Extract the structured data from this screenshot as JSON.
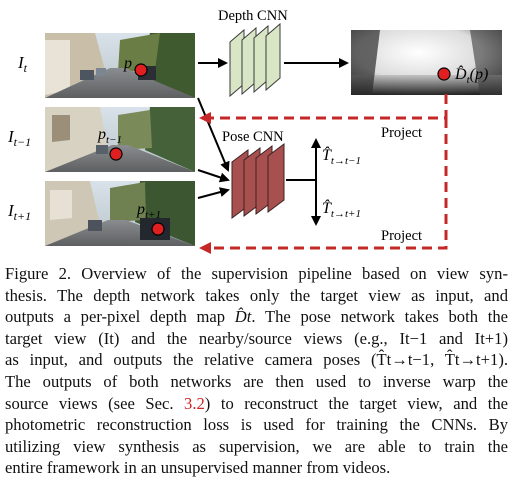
{
  "figure": {
    "frame_labels": [
      {
        "base": "I",
        "sub": "t"
      },
      {
        "base": "I",
        "sub": "t−1"
      },
      {
        "base": "I",
        "sub": "t+1"
      }
    ],
    "point_labels": [
      {
        "base": "p",
        "sub": ""
      },
      {
        "base": "p",
        "sub": "t−1"
      },
      {
        "base": "p",
        "sub": "t+1"
      }
    ],
    "depth_cnn_label": "Depth CNN",
    "pose_cnn_label": "Pose CNN",
    "depth_output": {
      "base": "D̂",
      "sub": "t",
      "tail": "(p)"
    },
    "pose_outputs": [
      {
        "base": "T̂",
        "sub": "t→t−1"
      },
      {
        "base": "T̂",
        "sub": "t→t+1"
      }
    ],
    "project_labels": [
      "Project",
      "Project"
    ],
    "colors": {
      "depth_cnn": "#d8e6c6",
      "pose_cnn": "#a85050",
      "project_arrow": "#c62828",
      "point": "#e02020"
    }
  },
  "caption": {
    "line1": "Figure 2.  Overview of the supervision pipeline based on view syn-",
    "line2": "thesis. The depth network takes only the target view as input, and",
    "line3_a": "outputs a per-pixel depth map ",
    "line3_math": "D̂t",
    "line3_b": ". The pose network takes both the",
    "line4": "target view (It) and the nearby/source views (e.g., It−1 and It+1)",
    "line5": "as input, and outputs the relative camera poses (T̂t→t−1, T̂t→t+1).",
    "line6": "The outputs of both networks are then used to inverse warp the",
    "line7_a": "source views (see Sec. ",
    "line7_ref": "3.2",
    "line7_b": ") to reconstruct the target view, and the",
    "line8": "photometric reconstruction loss is used for training the CNNs. By",
    "line9": "utilizing view synthesis as supervision, we are able to train the",
    "line10": "entire framework in an unsupervised manner from videos."
  }
}
